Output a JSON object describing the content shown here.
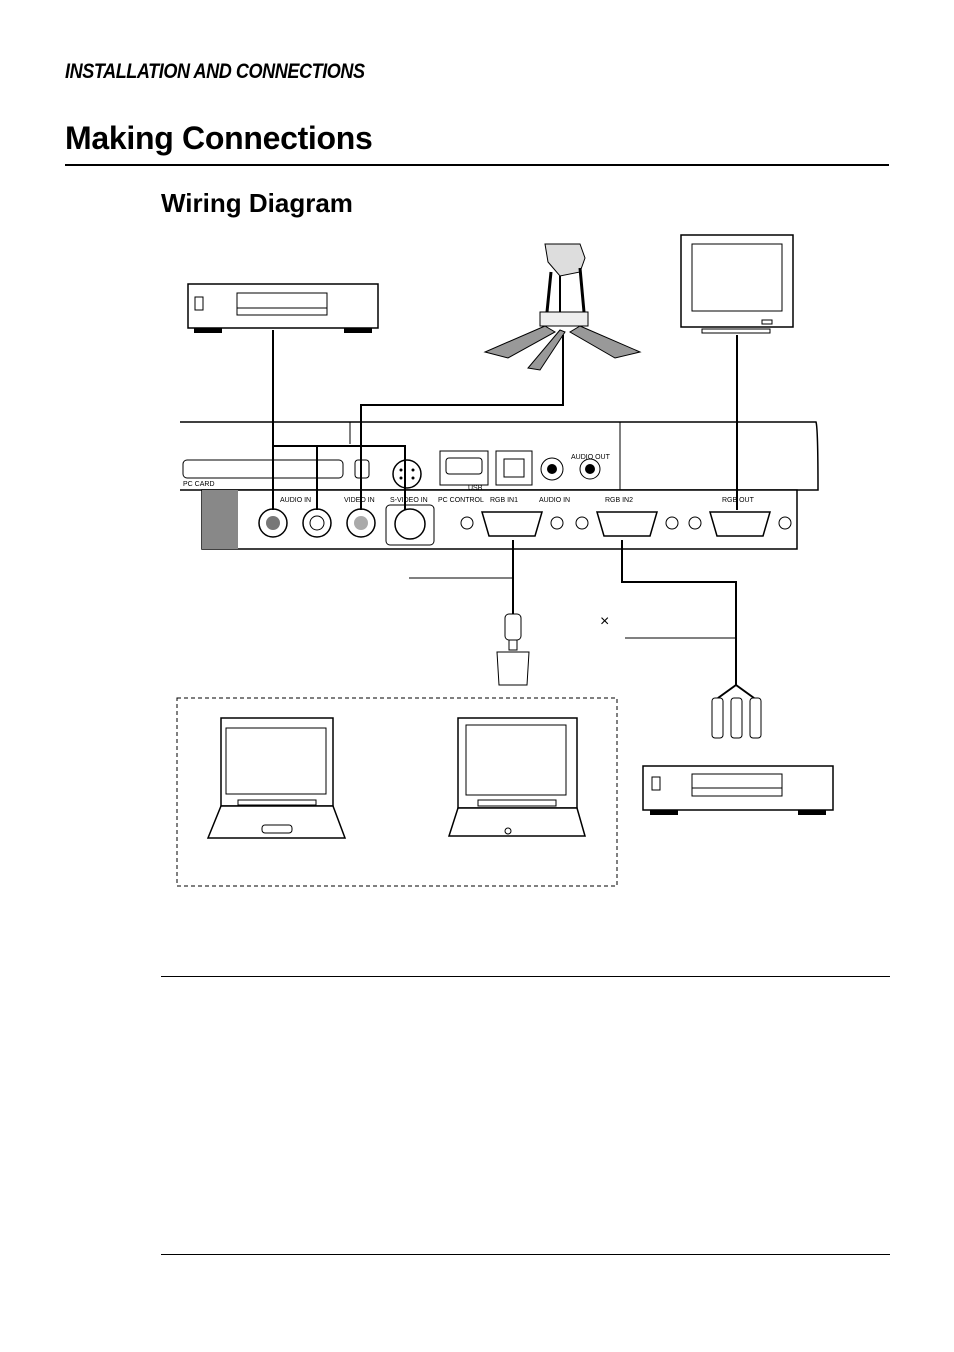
{
  "header": {
    "section_label": "INSTALLATION AND CONNECTIONS",
    "page_title": "Making Connections",
    "subtitle": "Wiring Diagram"
  },
  "panel_labels": {
    "pc_card": "PC CARD",
    "usb": "USB",
    "audio_out": "AUDIO OUT",
    "audio_in_av": "AUDIO IN",
    "video_in": "VIDEO IN",
    "s_video_in": "S-VIDEO IN",
    "pc_control": "PC CONTROL",
    "rgb_in1": "RGB IN1",
    "audio_in": "AUDIO IN",
    "rgb_in2": "RGB IN2",
    "rgb_out": "RGB OUT"
  },
  "symbols": {
    "cross_mark": "×"
  }
}
